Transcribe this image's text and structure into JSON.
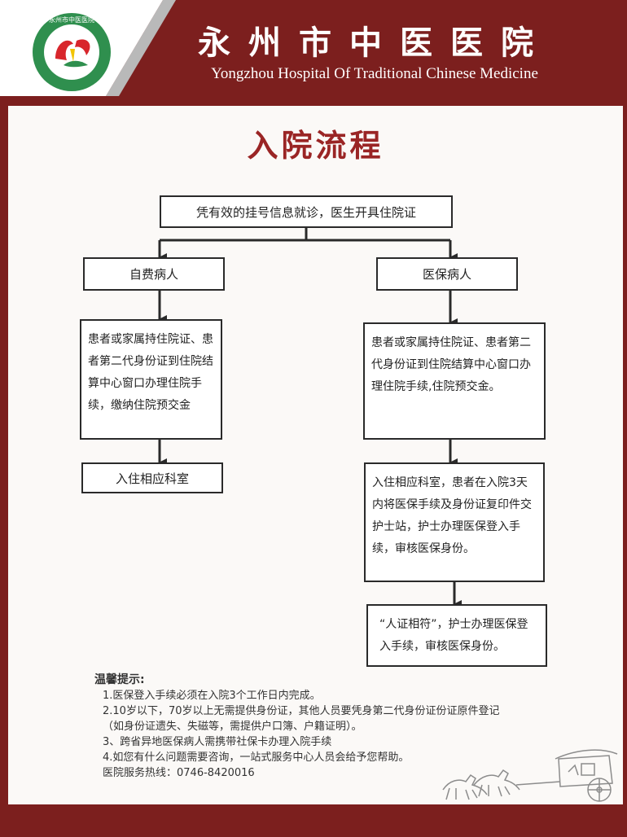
{
  "header": {
    "hospital_name_cn": "永州市中医医院",
    "hospital_name_en": "Yongzhou  Hospital Of Traditional Chinese Medicine",
    "logo_ring_text": "永州市中医医院"
  },
  "title": "入院流程",
  "flow": {
    "start": "凭有效的挂号信息就诊，医生开具住院证",
    "self_pay": {
      "label": "自费病人",
      "step1": "患者或家属持住院证、患者第二代身份证到住院结算中心窗口办理住院手续，缴纳住院预交金",
      "step2": "入住相应科室"
    },
    "insured": {
      "label": "医保病人",
      "step1": "患者或家属持住院证、患者第二代身份证到住院结算中心窗口办理住院手续,住院预交金。",
      "step2": "入住相应科室，患者在入院3天内将医保手续及身份证复印件交护士站，护士办理医保登入手续，审核医保身份。",
      "step3": "“人证相符”，护士办理医保登入手续，审核医保身份。"
    }
  },
  "tips": {
    "title": "温馨提示:",
    "items": [
      "1.医保登入手续必须在入院3个工作日内完成。",
      "2.10岁以下，70岁以上无需提供身份证，其他人员要凭身第二代身份证份证原件登记（如身份证遗失、失磁等，需提供户口簿、户籍证明）。",
      "3、跨省异地医保病人需携带社保卡办理入院手续",
      "4.如您有什么问题需要咨询，一站式服务中心人员会给予您帮助。"
    ],
    "hotline": "医院服务热线：0746-8420016"
  },
  "colors": {
    "brand": "#7c1f1e",
    "title": "#9a2525",
    "logo_green": "#2f8f4e",
    "logo_red": "#d8262c",
    "logo_yellow": "#f2c400"
  }
}
